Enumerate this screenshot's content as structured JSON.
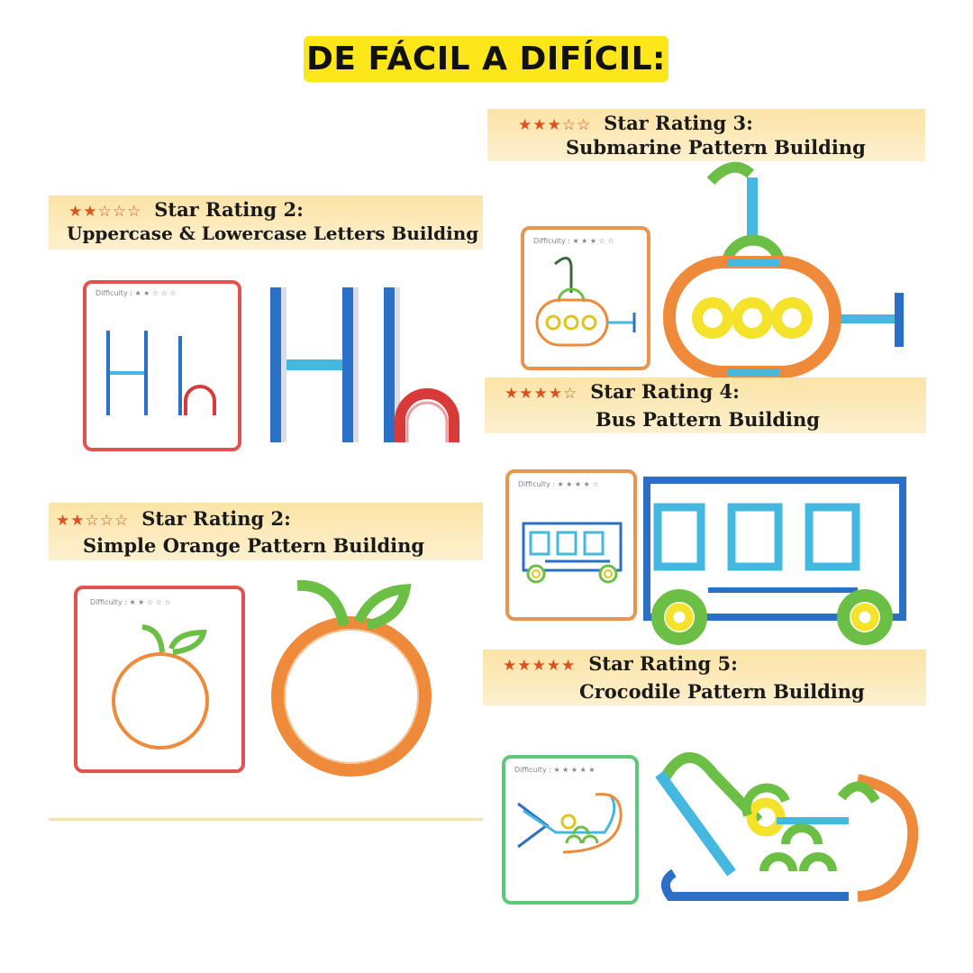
{
  "heading": "DE FÁCIL A DIFÍCIL:",
  "difficulty_label": "Difficulty",
  "panels": {
    "letters": {
      "stars_filled": 2,
      "stars_text": "★★☆☆☆",
      "rating": "Star Rating 2:",
      "subtitle": "Uppercase & Lowercase Letters Building",
      "card_color": "#e0534f"
    },
    "orange": {
      "stars_filled": 2,
      "stars_text": "★★☆☆☆",
      "rating": "Star Rating 2:",
      "subtitle": "Simple Orange Pattern Building",
      "card_color": "#e0534f"
    },
    "submarine": {
      "stars_filled": 3,
      "stars_text": "★★★☆☆",
      "rating": "Star Rating 3:",
      "subtitle": "Submarine Pattern Building",
      "card_color": "#e8954f"
    },
    "bus": {
      "stars_filled": 4,
      "stars_text": "★★★★☆",
      "rating": "Star Rating 4:",
      "subtitle": "Bus Pattern Building",
      "card_color": "#e8954f"
    },
    "crocodile": {
      "stars_filled": 5,
      "stars_text": "★★★★★",
      "rating": "Star Rating 5:",
      "subtitle": "Crocodile Pattern Building",
      "card_color": "#5fc77b"
    }
  },
  "colors": {
    "accent_yellow": "#fde61a",
    "header_bg": "#fbe4a6",
    "blue": "#2b6fc7",
    "light_blue": "#45b8e0",
    "red": "#d83a3a",
    "orange": "#ef8a3b",
    "green": "#6cbf45",
    "yellow": "#f5e22a"
  }
}
